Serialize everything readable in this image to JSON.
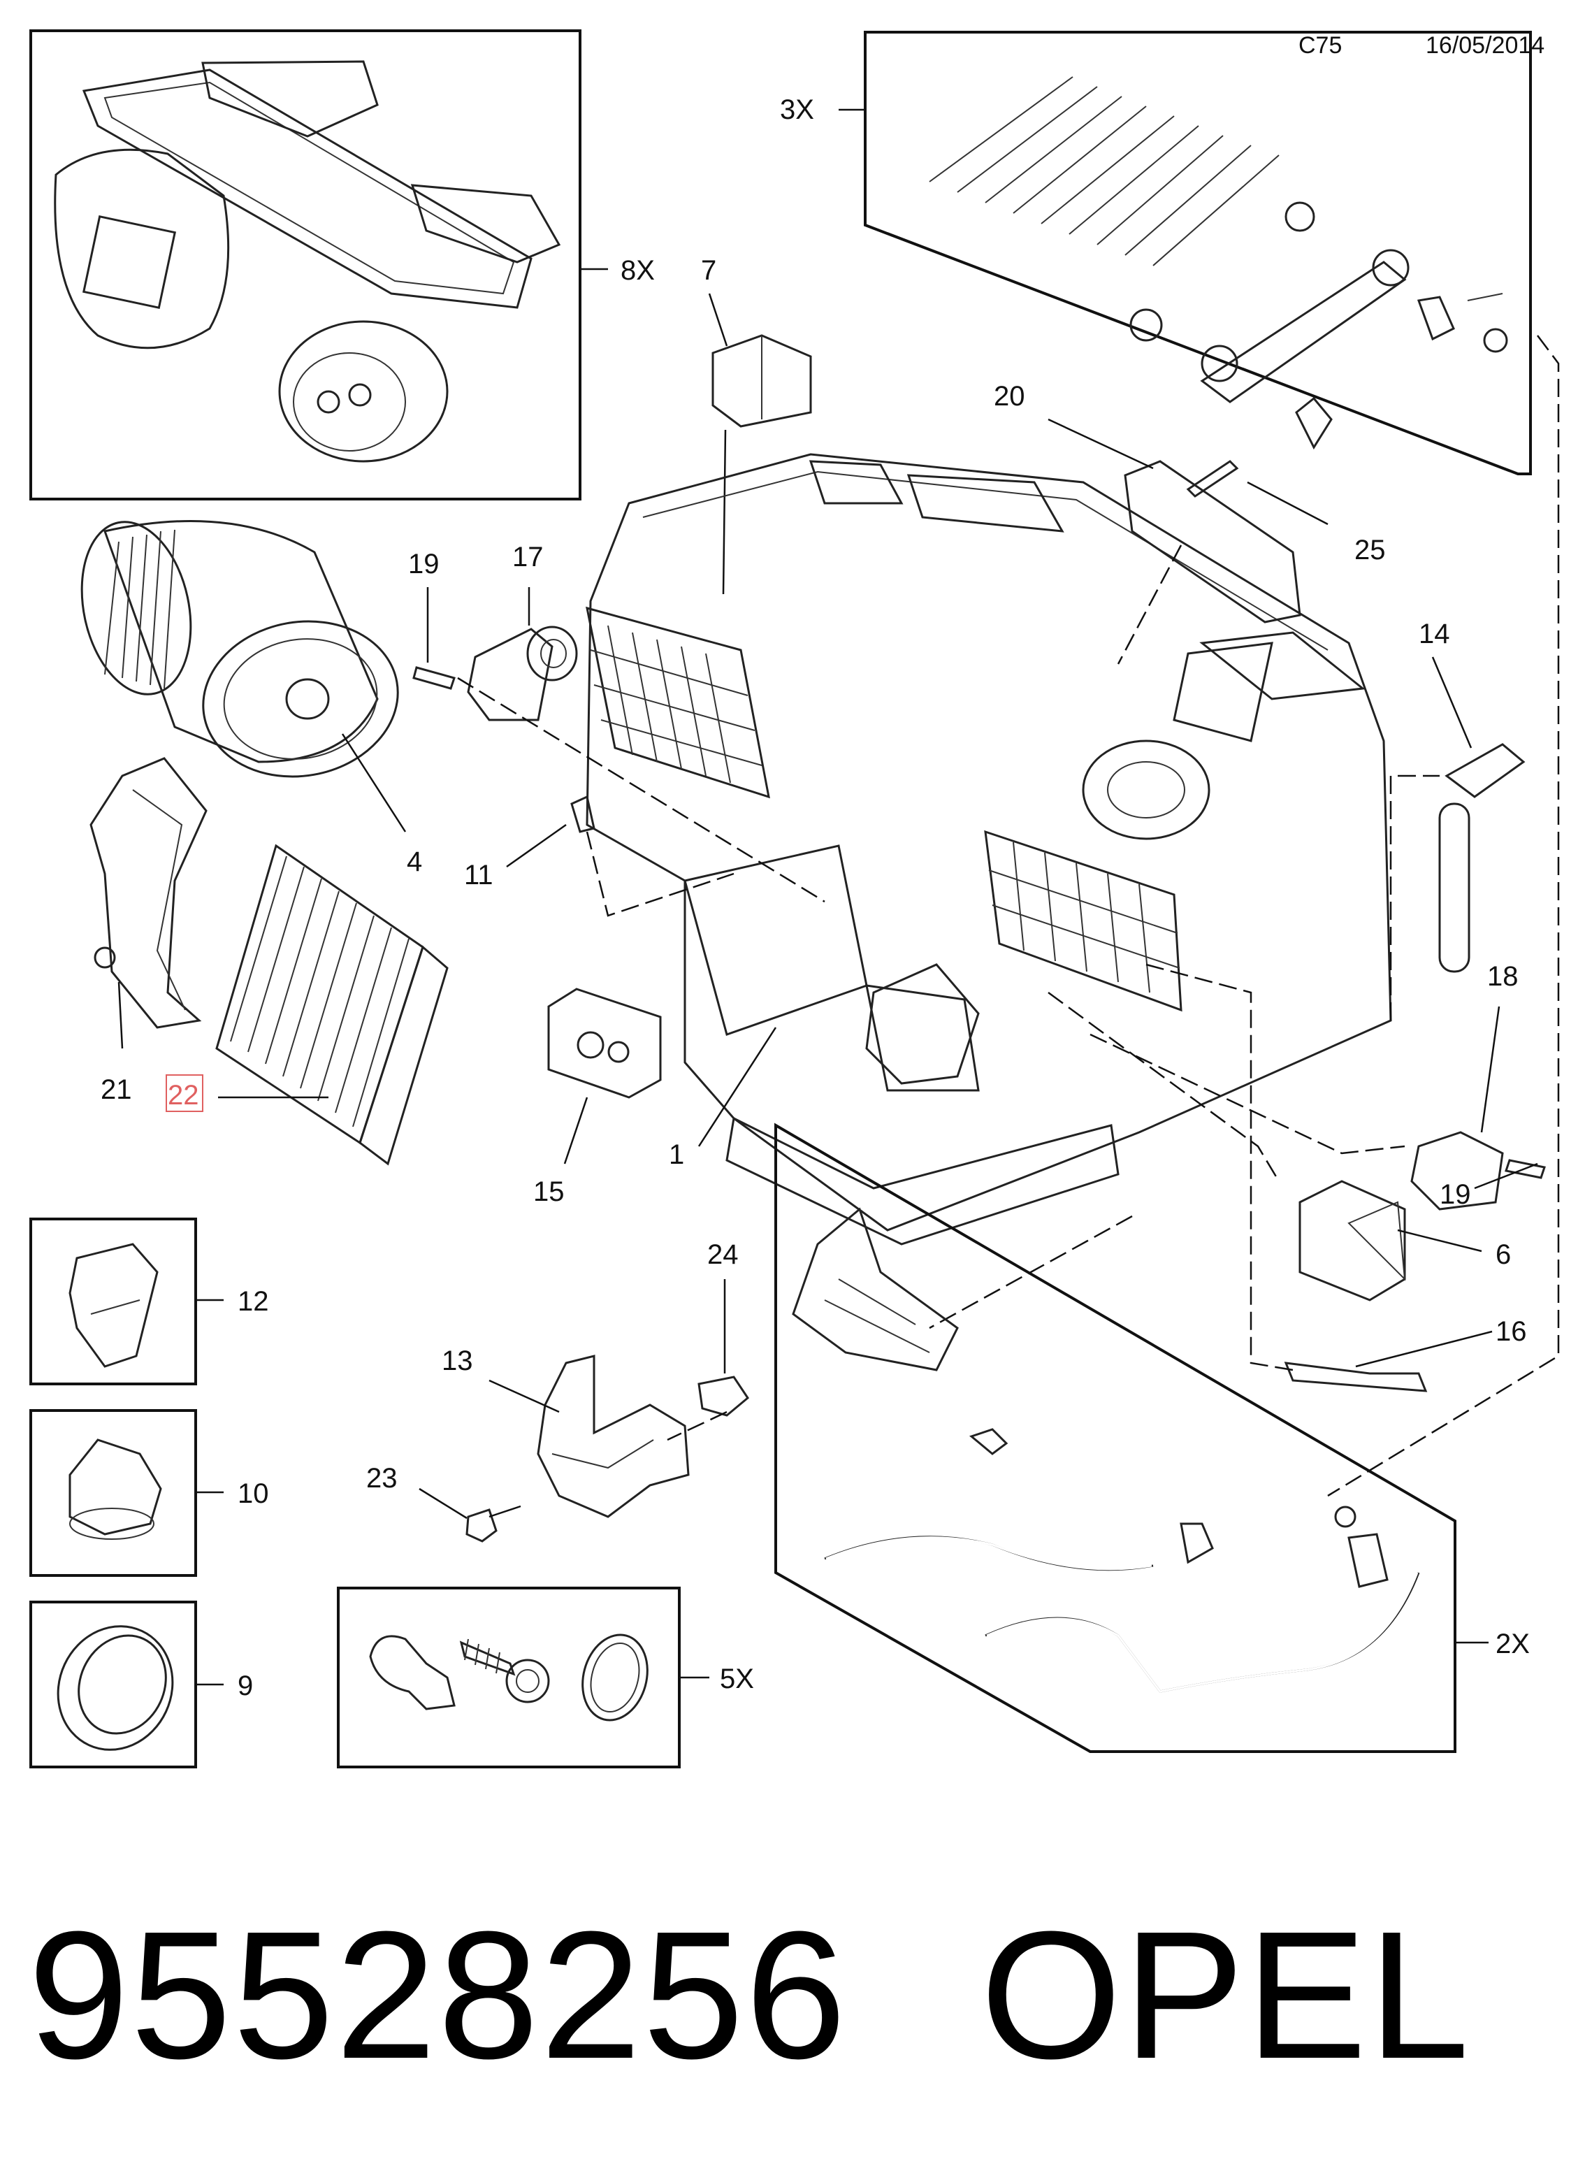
{
  "header": {
    "code": "C75",
    "date": "16/05/2014"
  },
  "callouts": {
    "c1": "1",
    "c2x": "2X",
    "c3x": "3X",
    "c4": "4",
    "c5x": "5X",
    "c6": "6",
    "c7": "7",
    "c8x": "8X",
    "c9": "9",
    "c10": "10",
    "c11": "11",
    "c12": "12",
    "c13": "13",
    "c14": "14",
    "c15": "15",
    "c16": "16",
    "c17": "17",
    "c18": "18",
    "c19a": "19",
    "c19b": "19",
    "c20": "20",
    "c21": "21",
    "c22": "22",
    "c23": "23",
    "c24": "24",
    "c25": "25"
  },
  "highlight": {
    "callout": "22",
    "color": "#e06060"
  },
  "footer": {
    "part_number": "95528256",
    "brand": "OPEL"
  }
}
